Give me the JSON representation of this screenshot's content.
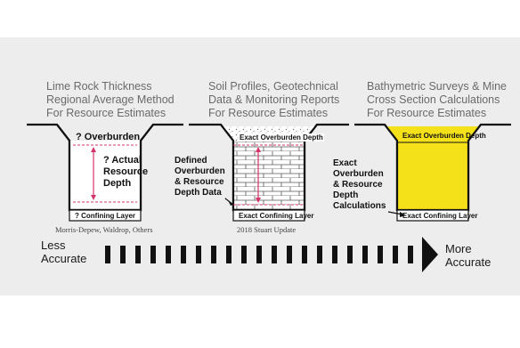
{
  "columns": [
    {
      "title_lines": [
        "Lime Rock Thickness",
        "Regional Average Method",
        "For Resource Estimates"
      ],
      "top_label": "? Overburden",
      "middle_label_lines": [
        "? Actual",
        "Resource",
        "Depth"
      ],
      "bottom_label": "? Confining Layer",
      "caption": "Morris-Depew, Waldrop, Others"
    },
    {
      "title_lines": [
        "Soil Profiles, Geotechnical",
        "Data & Monitoring Reports",
        "For Resource Estimates"
      ],
      "top_label": "Exact Overburden Depth",
      "side_label_lines": [
        "Defined",
        "Overburden",
        "& Resource",
        "Depth Data"
      ],
      "bottom_label": "Exact Confining Layer",
      "caption": "2018 Stuart Update"
    },
    {
      "title_lines": [
        "Bathymetric Surveys & Mine",
        "Cross Section Calculations",
        "For Resource Estimates"
      ],
      "top_label": "Exact Overburden Depth",
      "side_label_lines": [
        "Exact",
        "Overburden",
        "& Resource",
        "Depth",
        "Calculations"
      ],
      "bottom_label": "Exact Confining Layer"
    }
  ],
  "scale": {
    "left_label_lines": [
      "Less",
      "Accurate"
    ],
    "right_label_lines": [
      "More",
      "Accurate"
    ]
  },
  "colors": {
    "background_band": "#ededed",
    "accent_pink": "#d6336c",
    "fill_yellow": "#f5e11a",
    "outline": "#111111"
  }
}
